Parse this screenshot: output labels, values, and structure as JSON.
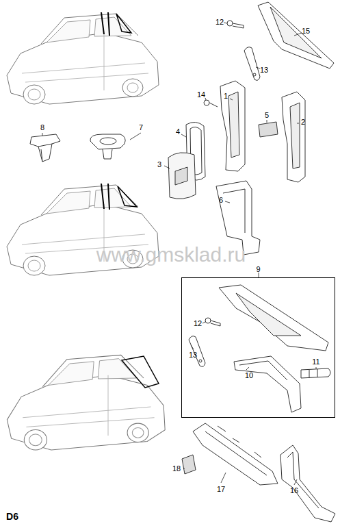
{
  "diagram": {
    "nodes": [
      {
        "text": [
          "9"
        ]
      }
    ],
    "edges": [],
    "labels": [
      "12",
      "15",
      "13",
      "14",
      "1",
      "5",
      "2",
      "8",
      "7",
      "4",
      "3",
      "6",
      "12",
      "11",
      "13",
      "10",
      "18",
      "17",
      "16",
      "D6",
      "www.gmsklad.ru"
    ]
  }
}
